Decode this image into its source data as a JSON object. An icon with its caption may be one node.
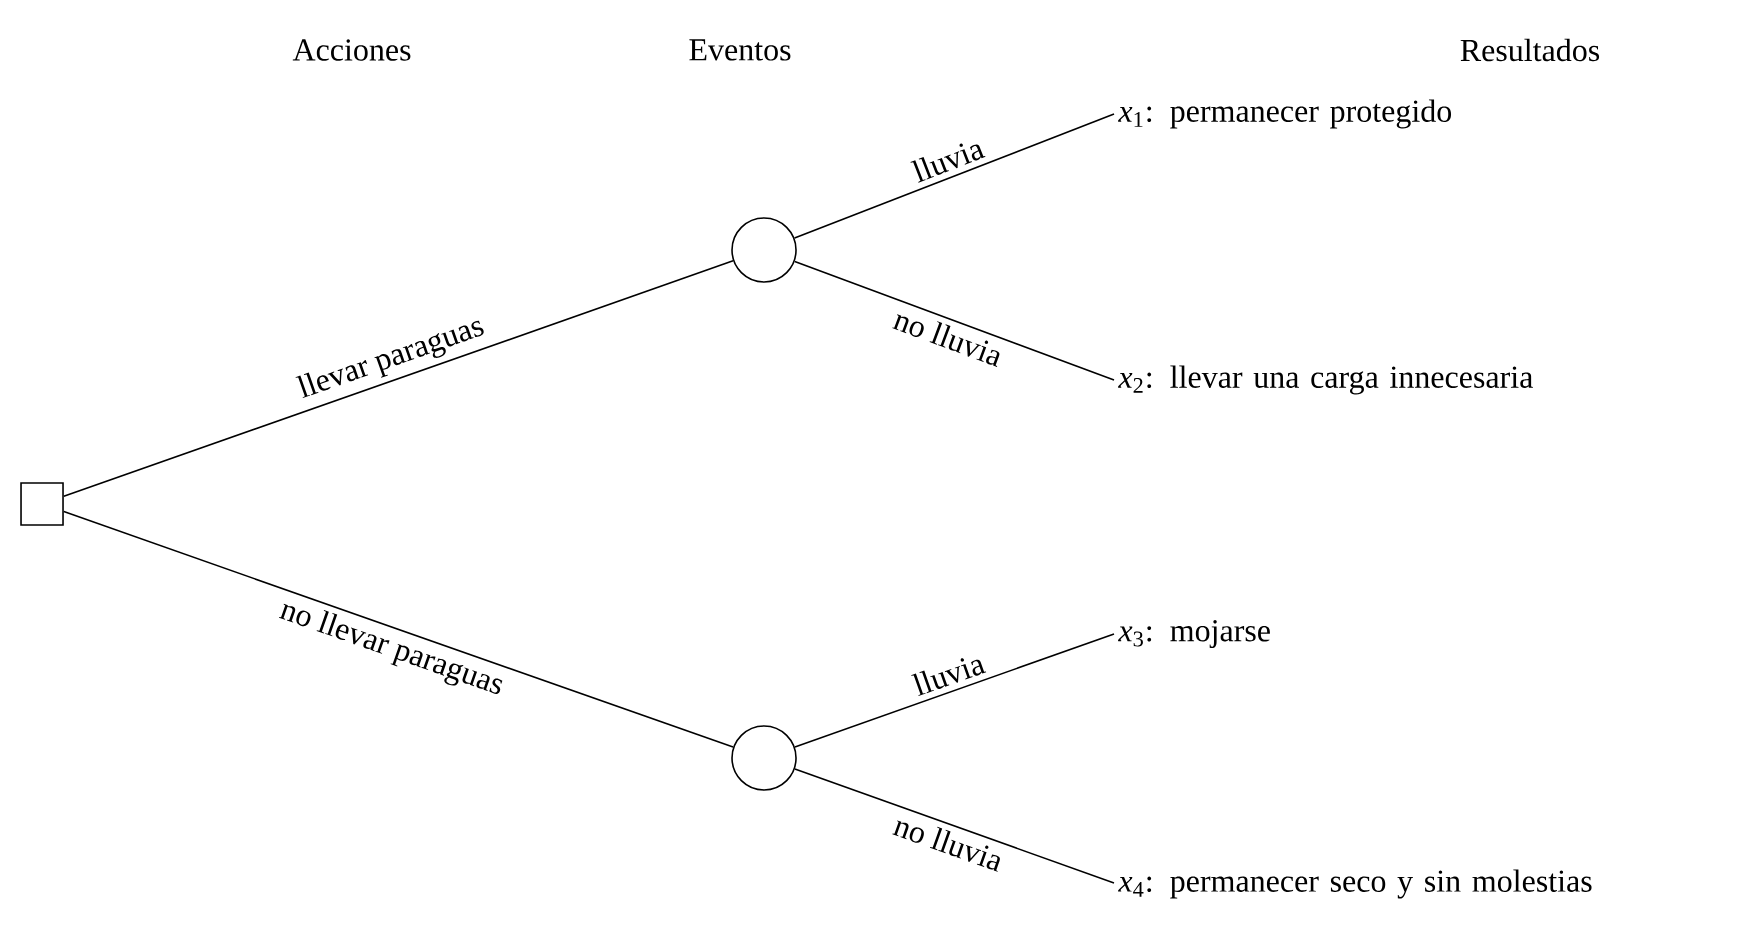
{
  "diagram": {
    "nodes": [
      {
        "text": [],
        "shape": "box"
      },
      {
        "text": [],
        "shape": "circle"
      },
      {
        "text": [],
        "shape": "circle"
      },
      {
        "text": [
          "*x*$_{1}$: permanecer protegido"
        ]
      },
      {
        "text": [
          "*x*$_{2}$: llevar una carga innecesaria"
        ]
      },
      {
        "text": [
          "*x*$_{3}$: mojarse"
        ]
      },
      {
        "text": [
          "*x*$_{4}$: permanecer seco y sin molestias"
        ]
      }
    ],
    "edges": [
      {
        "from": 0,
        "to": 1,
        "arrow": "none",
        "label": "llevar paraguas"
      },
      {
        "from": 0,
        "to": 2,
        "arrow": "none",
        "label": "no llevar paraguas"
      },
      {
        "from": 1,
        "to": 3,
        "arrow": "none",
        "label": "lluvia"
      },
      {
        "from": 1,
        "to": 4,
        "arrow": "none",
        "label": "no lluvia"
      },
      {
        "from": 2,
        "to": 5,
        "arrow": "none",
        "label": "lluvia"
      },
      {
        "from": 2,
        "to": 6,
        "arrow": "none",
        "label": "no lluvia"
      }
    ],
    "labels": [
      "Acciones",
      "Eventos",
      "Resultados"
    ]
  }
}
